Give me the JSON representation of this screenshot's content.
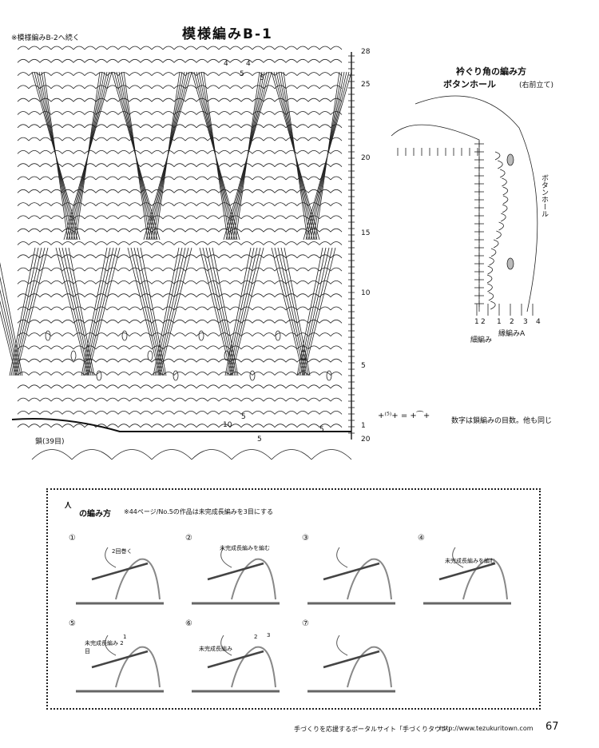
{
  "header": {
    "title": "模様編みB-1",
    "note": "※模様編みB-2へ続く"
  },
  "main_chart": {
    "row_numbers": [
      "28",
      "25",
      "20",
      "15",
      "10",
      "5",
      "1",
      "20"
    ],
    "chain_label": "鎖(39目)",
    "inner_numbers": [
      "4",
      "4",
      "5",
      "5",
      "10",
      "5",
      "5",
      "5"
    ]
  },
  "corner": {
    "title": "衿ぐり角の編み方",
    "subtitle": "ボタンホール",
    "subtitle_note": "(右前立て)",
    "button_hole_label": "ボタンホール",
    "column_numbers": [
      "1",
      "2",
      "1",
      "2",
      "3",
      "4"
    ],
    "label_hosoami": "細編み",
    "label_jyuami": "縁編みA"
  },
  "legend": {
    "formula": "+⁽⁵⁾+ = +⁀+",
    "note": "数字は鎖編みの目数。他も同じ"
  },
  "instructions": {
    "heading": "の編み方",
    "note": "※44ページ/No.5の作品は未完成長編みを3目にする",
    "steps": [
      {
        "num": "①",
        "text": "2回巻く"
      },
      {
        "num": "②",
        "text": "未完成長編みを編む"
      },
      {
        "num": "③",
        "text": ""
      },
      {
        "num": "④",
        "text": "未完成長編みを編む"
      },
      {
        "num": "⑤",
        "text": "未完成長編み 2目"
      },
      {
        "num": "⑥",
        "text": "未完成長編み"
      },
      {
        "num": "⑦",
        "text": ""
      }
    ],
    "step_marks": {
      "s5": "1",
      "s6a": "2",
      "s6b": "3"
    }
  },
  "footer": {
    "text": "手づくりを応援するポータルサイト「手づくりタウン」",
    "url": "http://www.tezukuritown.com",
    "page": "67"
  }
}
